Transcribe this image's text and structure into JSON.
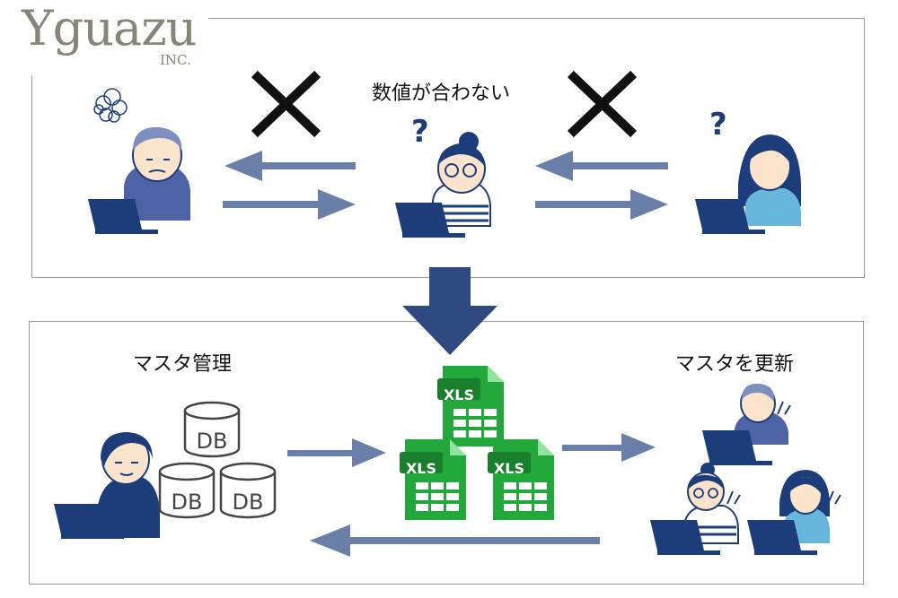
{
  "logo": {
    "word": "Yguazu",
    "inc": "INC."
  },
  "top_panel": {
    "label": "数値が合わない"
  },
  "bottom_panel": {
    "left_label": "マスタ管理",
    "right_label": "マスタを更新"
  },
  "db_label": "DB",
  "xls_label": "XLS",
  "colors": {
    "arrow": "#6a7fa8",
    "big_arrow": "#2e4a80",
    "xls": "#21a038",
    "laptop": "#1d3d7a"
  }
}
